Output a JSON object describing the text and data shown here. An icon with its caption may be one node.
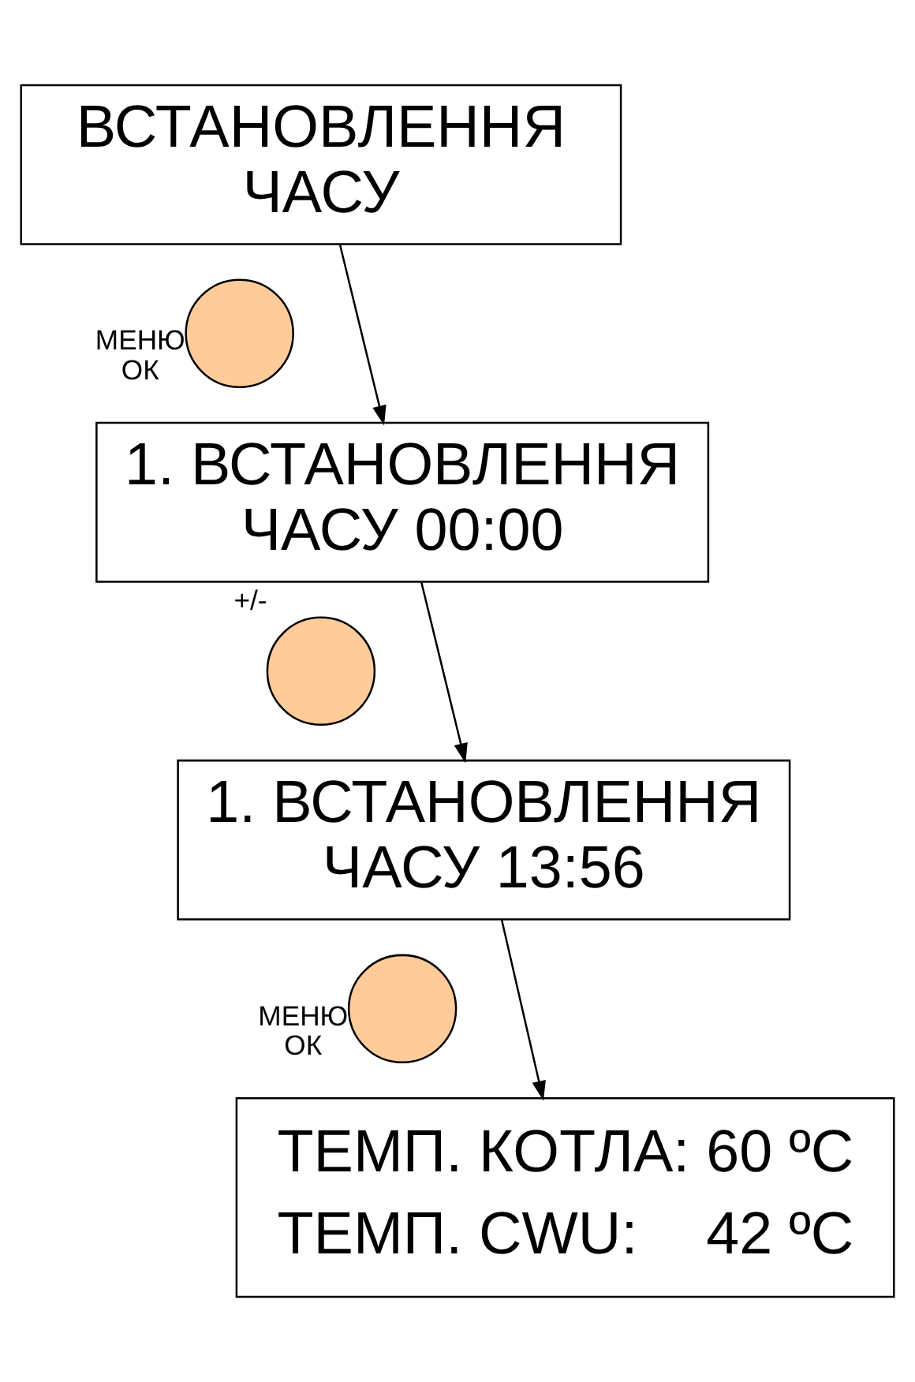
{
  "diagram": {
    "nodes": [
      {
        "text": [
          "ВСТАНОВЛЕННЯ ЧАСУ"
        ]
      },
      {
        "text": [],
        "shape": "circle",
        "beside": [
          "МЕНЮ ОК"
        ]
      },
      {
        "text": [
          "1. ВСТАНОВЛЕННЯ ЧАСУ 00:00"
        ]
      },
      {
        "text": [],
        "shape": "circle",
        "beside": [
          "+/-"
        ]
      },
      {
        "text": [
          "1. ВСТАНОВЛЕННЯ ЧАСУ 13:56"
        ]
      },
      {
        "text": [],
        "shape": "circle",
        "beside": [
          "МЕНЮ ОК"
        ]
      },
      {
        "text": [
          "ТЕМП. КОТЛА:",
          "60 ºC",
          "ТЕМП. CWU:",
          "42 ºC"
        ]
      }
    ],
    "edges": [
      {
        "from": 0,
        "to": 2,
        "arrow": "to"
      },
      {
        "from": 2,
        "to": 4,
        "arrow": "to"
      },
      {
        "from": 4,
        "to": 6,
        "arrow": "to"
      }
    ]
  }
}
